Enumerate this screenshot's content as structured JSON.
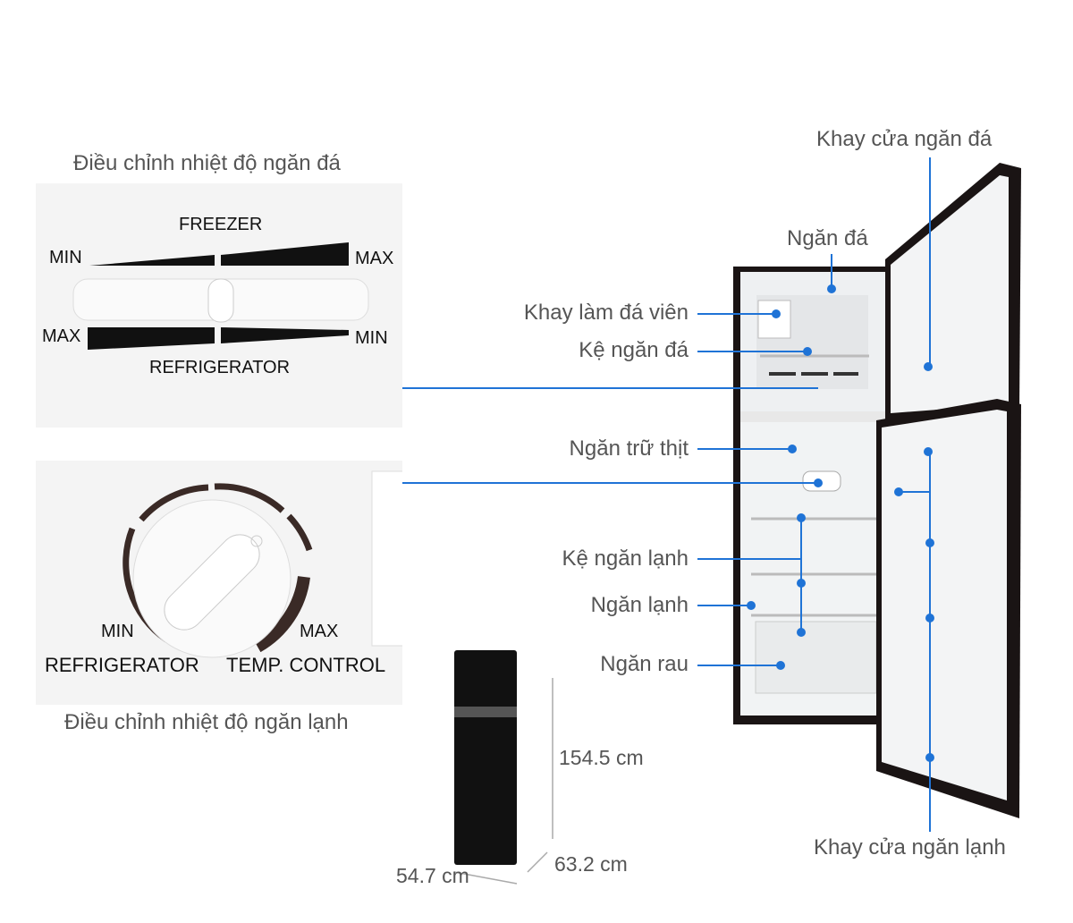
{
  "freezer_control": {
    "caption": "Điều chỉnh nhiệt độ ngăn đá",
    "freezer": "FREEZER",
    "refrigerator": "REFRIGERATOR",
    "min_top": "MIN",
    "max_top": "MAX",
    "max_bottom": "MAX",
    "min_bottom": "MIN"
  },
  "fridge_control": {
    "caption": "Điều chỉnh nhiệt độ ngăn lạnh",
    "min": "MIN",
    "max": "MAX",
    "refrigerator": "REFRIGERATOR",
    "temp_control": "TEMP. CONTROL"
  },
  "parts": {
    "freezer_door_tray": "Khay cửa ngăn đá",
    "freezer": "Ngăn đá",
    "ice_tray": "Khay làm đá viên",
    "freezer_shelf": "Kệ ngăn đá",
    "meat_drawer": "Ngăn trữ thịt",
    "fridge_shelf": "Kệ ngăn lạnh",
    "fridge": "Ngăn lạnh",
    "veg_drawer": "Ngăn rau",
    "fridge_door_tray": "Khay cửa ngăn lạnh"
  },
  "dimensions": {
    "height": "154.5 cm",
    "width": "54.7 cm",
    "depth": "63.2 cm"
  },
  "colors": {
    "accent": "#1f73d6",
    "fridge_body": "#1a1414"
  }
}
